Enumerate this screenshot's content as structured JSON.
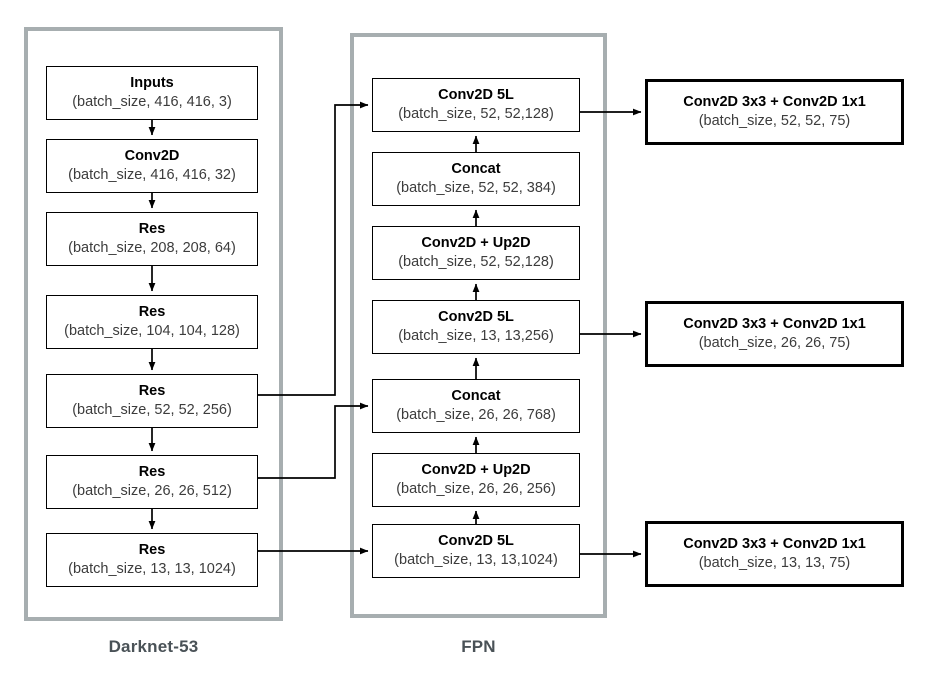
{
  "groups": [
    {
      "key": "darknet",
      "label": "Darknet-53"
    },
    {
      "key": "fpn",
      "label": "FPN"
    }
  ],
  "colors": {
    "group_border": "#a7aeb0",
    "group_label_text": "#4a5257",
    "node_border": "#000000",
    "node_bg": "#ffffff",
    "title_text": "#000000",
    "shape_text": "#3c3c3c",
    "connector": "#000000",
    "page_bg": "#ffffff"
  },
  "backbone": {
    "title": "Darknet-53",
    "nodes": [
      {
        "id": "inputs",
        "title": "Inputs",
        "shape": "(batch_size, 416, 416, 3)"
      },
      {
        "id": "conv2d",
        "title": "Conv2D",
        "shape": "(batch_size, 416, 416, 32)"
      },
      {
        "id": "res208",
        "title": "Res",
        "shape": "(batch_size, 208, 208, 64)"
      },
      {
        "id": "res104",
        "title": "Res",
        "shape": "(batch_size, 104, 104, 128)"
      },
      {
        "id": "res52",
        "title": "Res",
        "shape": "(batch_size, 52, 52, 256)"
      },
      {
        "id": "res26",
        "title": "Res",
        "shape": "(batch_size, 26, 26, 512)"
      },
      {
        "id": "res13",
        "title": "Res",
        "shape": "(batch_size, 13, 13, 1024)"
      }
    ]
  },
  "neck": {
    "title": "FPN",
    "nodes": [
      {
        "id": "fpn_conv5l_52",
        "title": "Conv2D 5L",
        "shape": "(batch_size, 52, 52,128)"
      },
      {
        "id": "fpn_concat_52",
        "title": "Concat",
        "shape": "(batch_size, 52, 52, 384)"
      },
      {
        "id": "fpn_up_52",
        "title": "Conv2D + Up2D",
        "shape": "(batch_size, 52, 52,128)"
      },
      {
        "id": "fpn_conv5l_13a",
        "title": "Conv2D 5L",
        "shape": "(batch_size, 13, 13,256)"
      },
      {
        "id": "fpn_concat_26",
        "title": "Concat",
        "shape": "(batch_size, 26, 26, 768)"
      },
      {
        "id": "fpn_up_26",
        "title": "Conv2D + Up2D",
        "shape": "(batch_size, 26, 26, 256)"
      },
      {
        "id": "fpn_conv5l_13b",
        "title": "Conv2D 5L",
        "shape": "(batch_size, 13, 13,1024)"
      }
    ]
  },
  "heads": {
    "nodes": [
      {
        "id": "head_52",
        "title": "Conv2D 3x3 + Conv2D 1x1",
        "shape": "(batch_size, 52, 52, 75)"
      },
      {
        "id": "head_26",
        "title": "Conv2D 3x3 + Conv2D 1x1",
        "shape": "(batch_size, 26, 26, 75)"
      },
      {
        "id": "head_13",
        "title": "Conv2D 3x3 + Conv2D 1x1",
        "shape": "(batch_size, 13, 13, 75)"
      }
    ]
  }
}
